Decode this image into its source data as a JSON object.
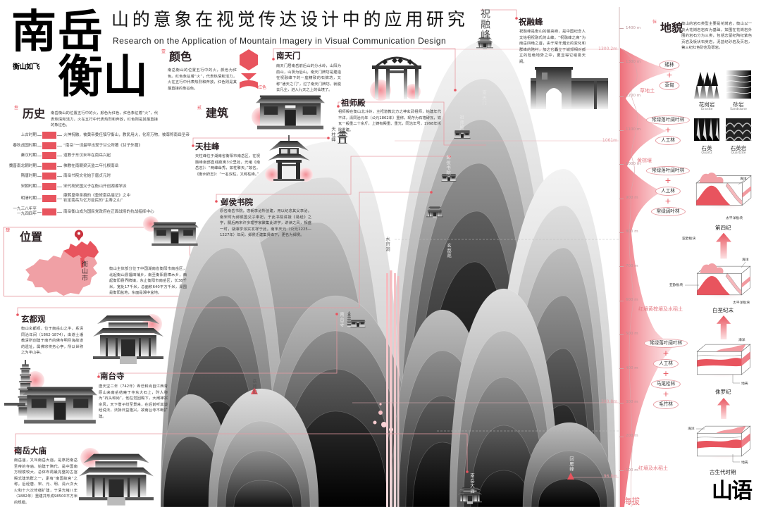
{
  "logo": {
    "char1": "南",
    "char2": "岳",
    "char3": "衡",
    "char4": "山",
    "tagline": "衡山如飞"
  },
  "title": {
    "zh": "山的意象在视觉传达设计中的应用研究",
    "en": "Research on the Application of Mountain Imagery in Visual Communication Design"
  },
  "color": {
    "num": "壹",
    "title": "颜色",
    "text": "南岳衡山的位置五行中的火，颜色为红色。红色象征着“火”，代表热情和活力，火在五行中代表热烈和奔放，红色则是其最直接的象征色。",
    "swatch_label": "红色",
    "swatch_hex": "#e8545e"
  },
  "architecture": {
    "num": "贰",
    "title": "建筑"
  },
  "history": {
    "num": "叁",
    "title": "历史",
    "intro": "南岳衡山的位置五行中的火，颜色为红色，红色象征着“火”，代表热情和活力，火在五行中代表热烈和奔放，红色则是其最直接的象征色。",
    "timeline": [
      {
        "period": "上古时期",
        "event": "火神祝融，被黄帝委任镇守衡山，教民用火，化育万物，被尊称南岳圣帝"
      },
      {
        "period": "春秋战国时期",
        "event": "“南岳”一词最早出现于甘公所著《甘子外篇》"
      },
      {
        "period": "秦汉时期",
        "event": "道教于东汉末年在南岳兴起"
      },
      {
        "period": "魏晋南北朝时期",
        "event": "佛教在南朝梁天监二年扎根南岳"
      },
      {
        "period": "隋唐时期",
        "event": "南岳书院文化始于唐贞元时"
      },
      {
        "period": "宋朝时期",
        "event": "宋代胡安国父子在衡山开创湖湘学派"
      },
      {
        "period": "明清时期",
        "event": "康熙皇帝亲撰的《重修南岳庙记》之中\n钦定南岳为亿万臣民的“主寿之山”"
      },
      {
        "period": "一九三八年至\n一九四四年",
        "event": "南岳衡山成为国民党政府在正面战场的抗战指挥中心"
      }
    ]
  },
  "location": {
    "num": "肆",
    "title": "位置",
    "map_label": "衡山市",
    "text": "衡山主体部分位于中国湖南省衡阳市南岳区，北起衡山县福田铺乡，南至衡阳县樟木乡，西起衡阳县界牌镇，东止衡阳市南岳区，长38千米，宽处17千米，总面积640平方千米，周围是衡阳盆地，东面是湘中盆地。"
  },
  "landform": {
    "num": "伍",
    "title": "地貌",
    "text": "衡山的岩石类型主要是花岗岩，衡山以一块大花岗岩岩石为基础，如围在花岗岩外围的岩石分为三类，包括志留纪陶纪紫色页岩及板状石英岩，泥盆纪砂岩及页岩，第三纪红色砂岩及砾岩。"
  },
  "sites": {
    "zhurongfeng": {
      "title": "祝融峰",
      "text": "祝融峰是衡山的最高峰，是中国纪念人文始祖祝融氏的山峰。“祝融峰之高”为南岳四绝之首，由于常年烟云的变化和群峰的陪衬，加之它矗立于城郊相对孤立的险绝地势之中，更显得它峻极天阙。"
    },
    "nantianmen": {
      "title": "南天门",
      "text": "南天门居南岳前后山的分水岭，山阳为前山，山阴为后山。南天门牌坊是建造在祝融峰下的一座精致的石牌坊，又称“通天之门”，过了南天门牌坊，就脱去凡尘，进入九天之上的仙境了。"
    },
    "zushidian": {
      "title": "祖师殿",
      "text": "祖师殿在衡山北斗岭，主祀道教北方之神玄武祖师，始建年代不详，清同治元年（公元1862年）重修，现存为石墙砖瓦，铁瓦一般重二十余斤，上铸有殿重、重光，同治年号，1998年拆除重建。"
    },
    "tianzhufeng": {
      "title": "天柱峰",
      "text": "天柱峰位于湖南省衡阳市南岳区，在祝融峰南部直线距离3公里处，光绪《南岳志》：“两峰耸秀，如柱擎天。”故名。《衡州府志》：“一名双柱，又称柱峰。”"
    },
    "yehoushuyuan": {
      "title": "邺侯书院",
      "text": "原名南岳书院，唐朝李泌所创建，用以纪念其父李泌。南宋时为邺侯国父子奉祀，于此书院讲授《易经》之学，嗣后两宋许多理学家聚集此讲学，讲读之风，相盛一时，湖湘学派实发祥于此。南宋庆元（公元1225—1227年）年间，邺侯迁建集贤峰下，更名为邺侯。"
    },
    "xuanduguan": {
      "title": "玄都观",
      "text": "衡山玄都观，位于南岳山之半，系清同治年间（1862-1874），由道士潘教清所创建于南齐的佛寺明旦海故道的遗址，属佛宗将务心亭，所以世称之为半山亭。"
    },
    "nantaisi": {
      "title": "南台寺",
      "text": "唐天宝二年（742年）希迁和尚自江西青原山来南岳结庵于寺东大石上，时人称为“石头和尚”，他在觉回殿下，大阐禅宗宗风，天下僧子纷至景来，在后前听其谈经说法，法脉日益隆兴，故南台寺不断扩建。"
    },
    "nanyuedamiao": {
      "title": "南岳大庙",
      "text": "南岳庙，又叫南岳大庙，是祭祀南岳圣帝的寺庙，始建于隋代，是中国南方规模较大，总体布局最完整的古宫殿式建筑群之一，素有“南国故宫”之称。后经唐、宋、元、明、清六次大火和十六次修缮扩建，于清光绪八年（1882年）重建并形成98500平方米的规模。"
    }
  },
  "mountain_labels": {
    "zhurongfeng": "祝融峰",
    "tianzhufeng": "天柱峰",
    "nantianmen": "南天门",
    "zushidian": "祖师殿",
    "yehoushuyuan": "邺侯书院",
    "shuliandong": "水帘洞",
    "xuanduguan": "玄都观",
    "nantaisi": "南台寺",
    "yuelushan": "岳麓山",
    "nanyuedamiao": "南岳大庙",
    "huiyanfeng": "回雁峰"
  },
  "elevation_markers": [
    "1300.2m",
    "1061m",
    "300.8m",
    "96.8m"
  ],
  "altitude": {
    "axis_label": "海拔",
    "unit": "m",
    "ticks": [
      1400,
      1300,
      1200,
      1100,
      1000,
      900,
      800,
      700,
      600,
      500,
      400,
      300,
      200,
      100
    ]
  },
  "soils": [
    "草地土",
    "黄棕壤",
    "红壤黄棕壤及水稻土",
    "红壤及水稻土"
  ],
  "vegetation": [
    [
      "矮林",
      "草甸"
    ],
    [
      "常绿落叶阔叶林",
      "人工林"
    ],
    [
      "常绿落叶阔叶林",
      "人工林",
      "常绿阔叶林"
    ],
    [
      "常绿落叶阔叶林",
      "人工林",
      "马尾松林",
      "毛竹林"
    ]
  ],
  "rocks": [
    {
      "zh": "花岗岩",
      "en": "Granite"
    },
    {
      "zh": "砂岩",
      "en": "Sandstone"
    },
    {
      "zh": "石英",
      "en": "Quartz"
    },
    {
      "zh": "石英岩",
      "en": "Quartzite"
    }
  ],
  "geology": {
    "stages": [
      "第四纪",
      "白垩纪末",
      "侏罗纪",
      "古生代时期"
    ],
    "labels": {
      "ocean": "海洋",
      "pacific": "太平洋板块",
      "eurasian": "亚欧板块",
      "crust": "地壳"
    }
  },
  "brand": "山语",
  "colors": {
    "accent": "#e8545e",
    "accent_light": "#f4a3a8",
    "ink": "#111111"
  }
}
